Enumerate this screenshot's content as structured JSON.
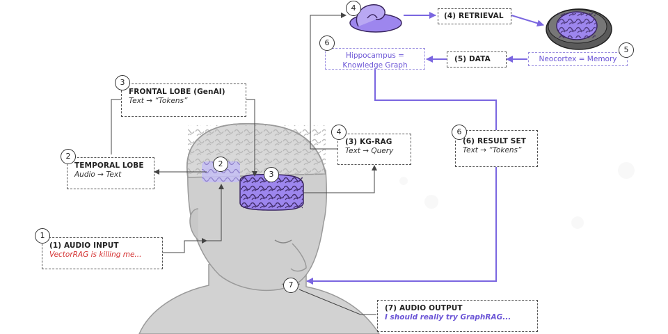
{
  "boxes": {
    "audio_input": {
      "title": "(1) AUDIO INPUT",
      "sub": "VectorRAG is killing me..."
    },
    "temporal_lobe": {
      "title": "TEMPORAL LOBE",
      "sub": "Audio → Text"
    },
    "frontal_lobe": {
      "title": "FRONTAL LOBE (GenAI)",
      "sub": "Text → “Tokens”"
    },
    "kg_rag": {
      "title": "(3) KG-RAG",
      "sub": "Text → Query"
    },
    "retrieval": {
      "title": "(4) RETRIEVAL"
    },
    "data": {
      "title": "(5) DATA"
    },
    "hippocampus": {
      "line1": "Hippocampus =",
      "line2": "Knowledge Graph"
    },
    "neocortex": {
      "label": "Neocortex = Memory"
    },
    "result_set": {
      "title": "(6) RESULT SET",
      "sub": "Text → “Tokens”"
    },
    "audio_output": {
      "title": "(7) AUDIO OUTPUT",
      "sub": "I should really try GraphRAG..."
    }
  },
  "markers": {
    "m1": "1",
    "m2_box": "2",
    "m2_brain": "2",
    "m3_box": "3",
    "m3_brain": "3",
    "m4_kg": "4",
    "m4_hippo": "4",
    "m5": "5",
    "m6_hippo": "6",
    "m6_result": "6",
    "m7": "7"
  },
  "colors": {
    "accent_purple": "#7a66e0",
    "brain_purple": "#9d86ee",
    "red_text": "#d43030",
    "head_gray": "#c9c9c9"
  }
}
